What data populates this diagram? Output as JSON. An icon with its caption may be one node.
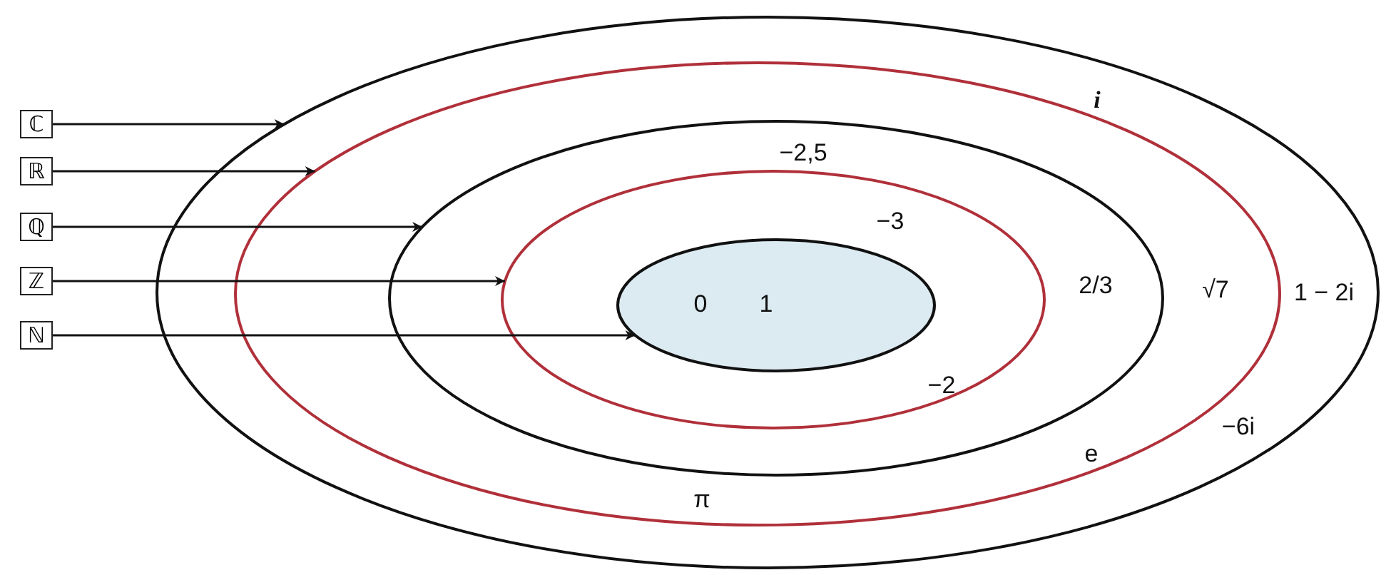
{
  "diagram": {
    "nodes": [
      {
        "text": [
          "ℂ"
        ]
      },
      {
        "text": [
          "ℝ"
        ]
      },
      {
        "text": [
          "ℚ"
        ]
      },
      {
        "text": [
          "ℤ"
        ]
      },
      {
        "text": [
          "ℕ"
        ]
      },
      {
        "text": [
          "i",
          "1 − 2i",
          "−6i"
        ]
      },
      {
        "text": [
          "√7",
          "e",
          "π"
        ],
        "in": 5
      },
      {
        "text": [
          "−2,5",
          "2/3"
        ],
        "in": 6
      },
      {
        "text": [
          "−3",
          "−2"
        ],
        "in": 7
      },
      {
        "text": [
          "0",
          "1"
        ],
        "in": 8
      }
    ],
    "edges": [
      {
        "from": 0,
        "to": 5,
        "arrow": "to"
      },
      {
        "from": 1,
        "to": 6,
        "arrow": "to"
      },
      {
        "from": 2,
        "to": 7,
        "arrow": "to"
      },
      {
        "from": 3,
        "to": 8,
        "arrow": "to"
      },
      {
        "from": 4,
        "to": 9,
        "arrow": "to"
      }
    ]
  }
}
